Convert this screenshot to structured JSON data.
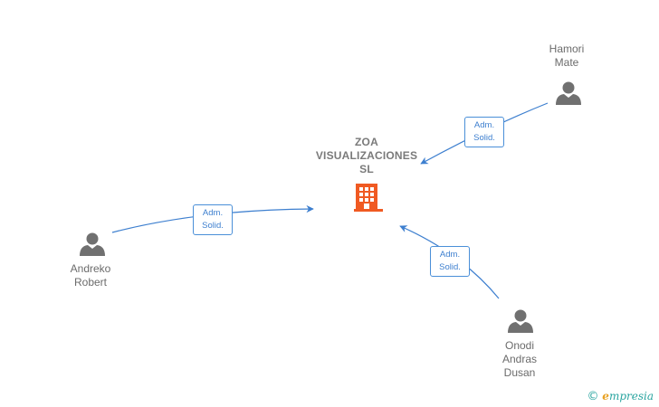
{
  "company": {
    "name_lines": [
      "ZOA",
      "VISUALIZACIONES",
      "SL"
    ],
    "icon": "building-icon",
    "color": "#f05a22"
  },
  "people": [
    {
      "id": "hamori",
      "name_lines": [
        "Hamori",
        "Mate"
      ],
      "icon": "person-icon"
    },
    {
      "id": "andreko",
      "name_lines": [
        "Andreko",
        "Robert"
      ],
      "icon": "person-icon"
    },
    {
      "id": "onodi",
      "name_lines": [
        "Onodi",
        "Andras",
        "Dusan"
      ],
      "icon": "person-icon"
    }
  ],
  "relations": [
    {
      "from": "hamori",
      "label_lines": [
        "Adm.",
        "Solid."
      ]
    },
    {
      "from": "andreko",
      "label_lines": [
        "Adm.",
        "Solid."
      ]
    },
    {
      "from": "onodi",
      "label_lines": [
        "Adm.",
        "Solid."
      ]
    }
  ],
  "colors": {
    "edge": "#3d7fcf",
    "person": "#707070",
    "label_text": "#6b6b6b"
  },
  "watermark": {
    "symbol": "©",
    "brand_first": "e",
    "brand_rest": "mpresia"
  }
}
